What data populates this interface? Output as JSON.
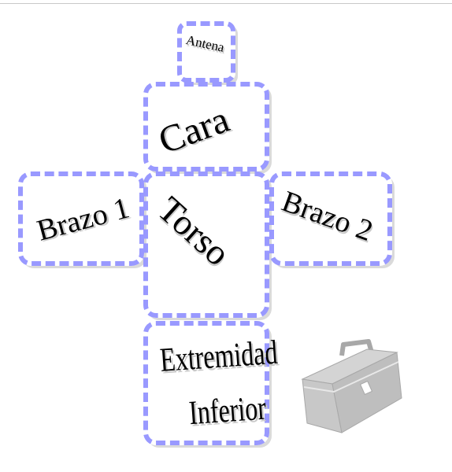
{
  "boxes": {
    "antena": "Antena",
    "cara": "Cara",
    "brazo1": "Brazo 1",
    "torso": "Torso",
    "brazo2": "Brazo 2",
    "extremidad_line1": "Extremidad",
    "extremidad_line2": "Inferior"
  },
  "colors": {
    "dash_border": "#9999ff",
    "shadow": "#dadada",
    "toolbox_fill": "#c8c8c8",
    "toolbox_edge": "#a8a8a8"
  },
  "icons": {
    "toolbox": "toolbox-icon"
  }
}
